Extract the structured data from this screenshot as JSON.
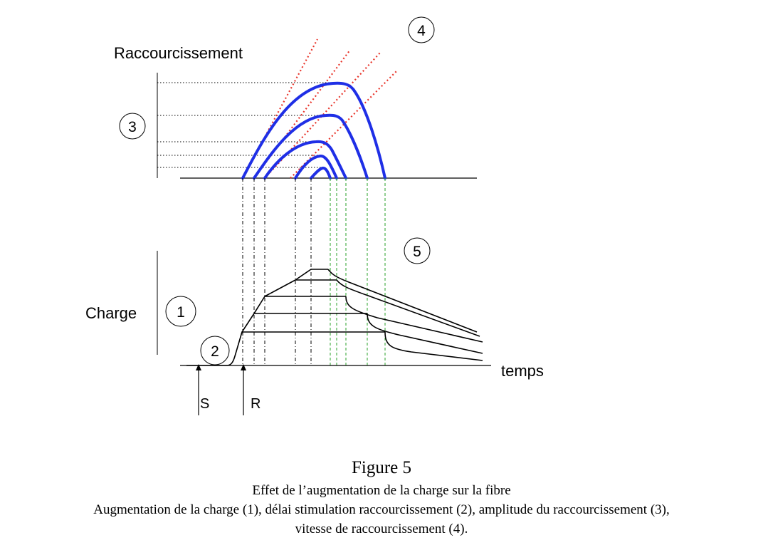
{
  "labels": {
    "shortening": "Raccourcissement",
    "load": "Charge",
    "time": "temps",
    "stimulus": "S",
    "response": "R"
  },
  "markers": {
    "m1": "1",
    "m2": "2",
    "m3": "3",
    "m4": "4",
    "m5": "5"
  },
  "caption": {
    "title": "Figure 5",
    "line1": "Effet de l’augmentation de la charge sur la fibre",
    "line2": "Augmentation de la charge (1), délai stimulation raccourcissement (2), amplitude du raccourcissement (3),",
    "line3": "vitesse de raccourcissement (4)."
  },
  "colors": {
    "shortening_curve": "#1f2fe6",
    "velocity_line": "#e8352b",
    "guide_black": "#000000",
    "guide_green": "#2aa02a"
  }
}
